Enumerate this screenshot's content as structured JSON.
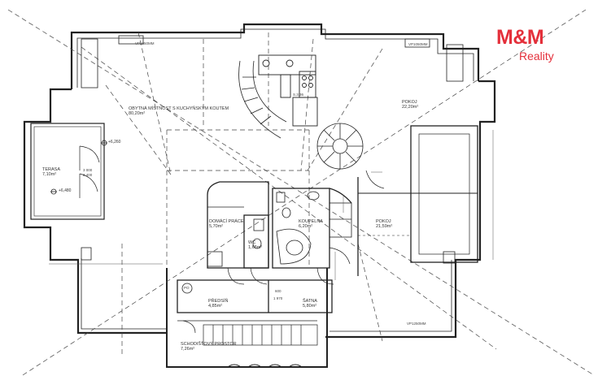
{
  "brand": {
    "name": "M&M",
    "tagline": "Reality",
    "color": "#e4303b"
  },
  "rooms": {
    "living": {
      "name": "OBYTNÁ MÍSTNOST S KUCHYŇSKÝM KOUTEM",
      "area": "80,20m²"
    },
    "pokoj_a": {
      "name": "POKOJ",
      "area": "22,20m²"
    },
    "pokoj_b": {
      "name": "POKOJ",
      "area": "21,59m²"
    },
    "terasa": {
      "name": "TERASA",
      "area": "7,10m²"
    },
    "domaci_prace": {
      "name": "DOMÁCÍ PRÁCE",
      "area": "5,70m²"
    },
    "koupelna": {
      "name": "KOUPELNA",
      "area": "6,20m²"
    },
    "wc": {
      "name": "WC",
      "area": "1,68m²"
    },
    "predsin": {
      "name": "PŘEDSÍŇ",
      "area": "4,85m²"
    },
    "satna": {
      "name": "ŠATNA",
      "area": "5,80m²"
    },
    "schodistovy": {
      "name": "SCHODIŠŤOVÝ PROSTOR",
      "area": "7,26m²"
    }
  },
  "levels": {
    "upper": "+6,260",
    "lower": "+6,480"
  },
  "openings": {
    "terasa_door_top": "3 000",
    "terasa_door_bottom": "2 400",
    "door_600": "600",
    "door_1970": "1 970",
    "window_label": "VP1050MM",
    "window_label_low": "VP1250MM",
    "window_label_right": "VP1050MM",
    "kitchen_code": "S.3.36",
    "po_tag": "PO"
  }
}
